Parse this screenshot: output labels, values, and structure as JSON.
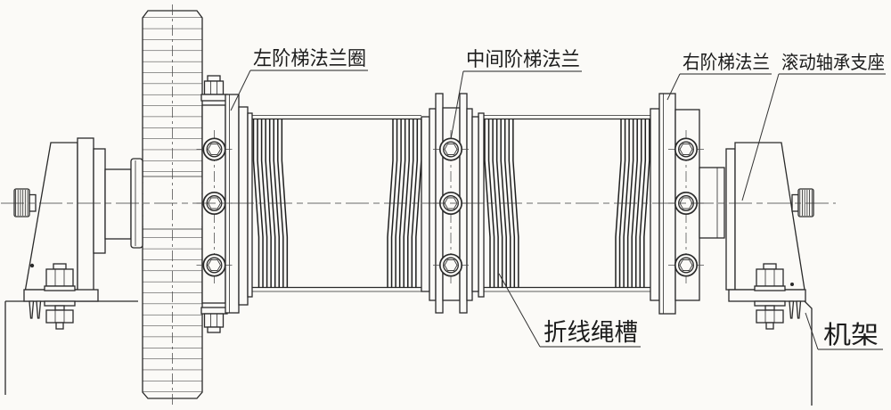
{
  "drawing": {
    "labels": {
      "left_flange": "左阶梯法兰圈",
      "middle_flange": "中间阶梯法兰",
      "right_flange": "右阶梯法兰",
      "bearing_support": "滚动轴承支座",
      "rope_groove": "折线绳槽",
      "frame": "机架"
    },
    "colors": {
      "line": "#2a2a2a",
      "centerline": "#4a4a4a",
      "paper": "#fbfaf7"
    }
  }
}
